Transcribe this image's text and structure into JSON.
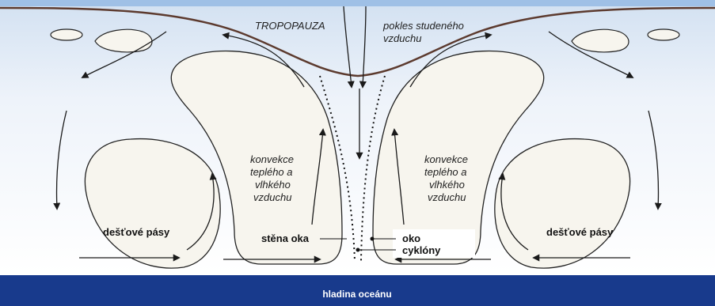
{
  "labels": {
    "tropopause": "TROPOPAUZA",
    "cold_air_line1": "pokles studeného",
    "cold_air_line2": "vzduchu",
    "convection_left": [
      "konvekce",
      "teplého a",
      "vlhkého",
      "vzduchu"
    ],
    "convection_right": [
      "konvekce",
      "teplého a",
      "vlhkého",
      "vzduchu"
    ],
    "rainbands_left": "dešťové pásy",
    "rainbands_right": "dešťové pásy",
    "eyewall": "stěna oka",
    "eye_line1": "oko",
    "eye_line2": "cyklóny",
    "ocean": "hladina oceánu"
  },
  "colors": {
    "sky_top": "#9fc0e6",
    "sky_bottom": "#ffffff",
    "cloud_fill": "#f7f5ee",
    "outline": "#222222",
    "tropopause": "#5c3a2e",
    "ocean": "#183a8c"
  }
}
